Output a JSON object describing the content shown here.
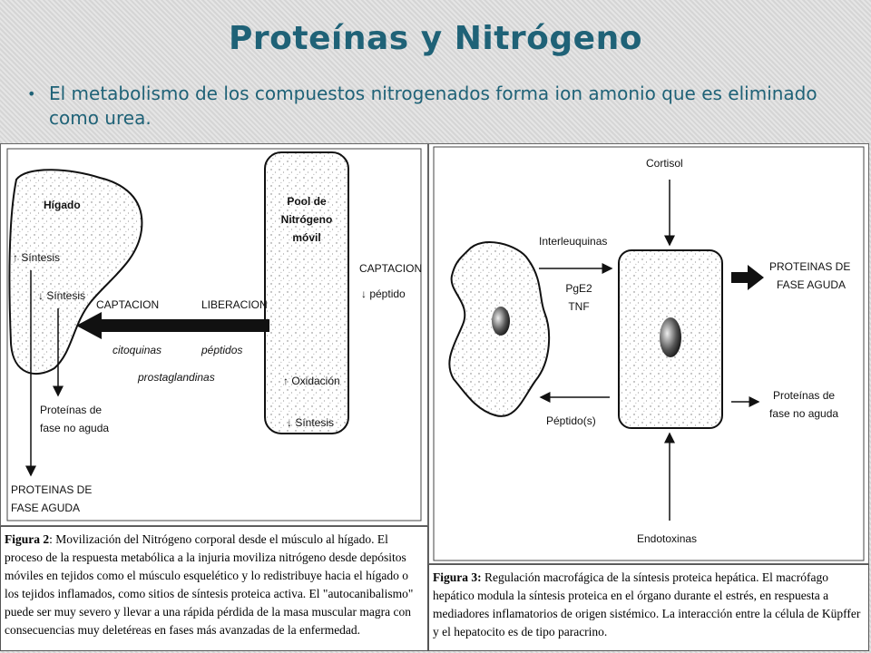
{
  "slide": {
    "title": "Proteínas y Nitrógeno",
    "bullet": "El metabolismo de los compuestos nitrogenados forma ion amonio que es eliminado como urea."
  },
  "figure2": {
    "liver_label": "Hígado",
    "sintesis_up": "↑ Síntesis",
    "sintesis_down": "↓ Síntesis",
    "pool_line1": "Pool de",
    "pool_line2": "Nitrógeno",
    "pool_line3": "móvil",
    "captacion_left": "CAPTACION",
    "liberacion": "LIBERACION",
    "citoquinas": "citoquinas",
    "peptidos": "péptidos",
    "prostaglandinas": "prostaglandinas",
    "captacion_right": "CAPTACION",
    "peptido_down": "↓ péptido",
    "oxidacion_up": "↑ Oxidación",
    "sintesis_down_pool": "↓ Síntesis",
    "proteinas_no_aguda_1": "Proteínas de",
    "proteinas_no_aguda_2": "fase no aguda",
    "proteinas_aguda_1": "PROTEINAS DE",
    "proteinas_aguda_2": "FASE AGUDA",
    "caption_label": "Figura 2",
    "caption_text": ": Movilización del Nitrógeno corporal desde el músculo al hígado. El proceso de la respuesta metabólica a la injuria moviliza nitrógeno desde depósitos móviles en tejidos como el músculo esquelético y lo redistribuye hacia el hígado o los tejidos inflamados, como sitios de síntesis proteica activa. El \"autocanibalismo\" puede ser muy severo y llevar a una rápida pérdida de la masa muscular magra con consecuencias muy deletéreas en fases más avanzadas de la enfermedad."
  },
  "figure3": {
    "cortisol": "Cortisol",
    "interleuquinas": "Interleuquinas",
    "pge2": "PgE2",
    "tnf": "TNF",
    "peptidos": "Péptido(s)",
    "endotoxinas": "Endotoxinas",
    "proteinas_aguda_1": "PROTEINAS DE",
    "proteinas_aguda_2": "FASE AGUDA",
    "proteinas_no_aguda_1": "Proteínas de",
    "proteinas_no_aguda_2": "fase no aguda",
    "caption_label": "Figura 3:",
    "caption_text": " Regulación macrofágica de la síntesis proteica hepática. El macrófago hepático modula la síntesis proteica en el órgano durante el estrés, en respuesta a mediadores inflamatorios de origen sistémico. La interacción entre la célula de Küpffer y el hepatocito es de tipo paracrino."
  }
}
